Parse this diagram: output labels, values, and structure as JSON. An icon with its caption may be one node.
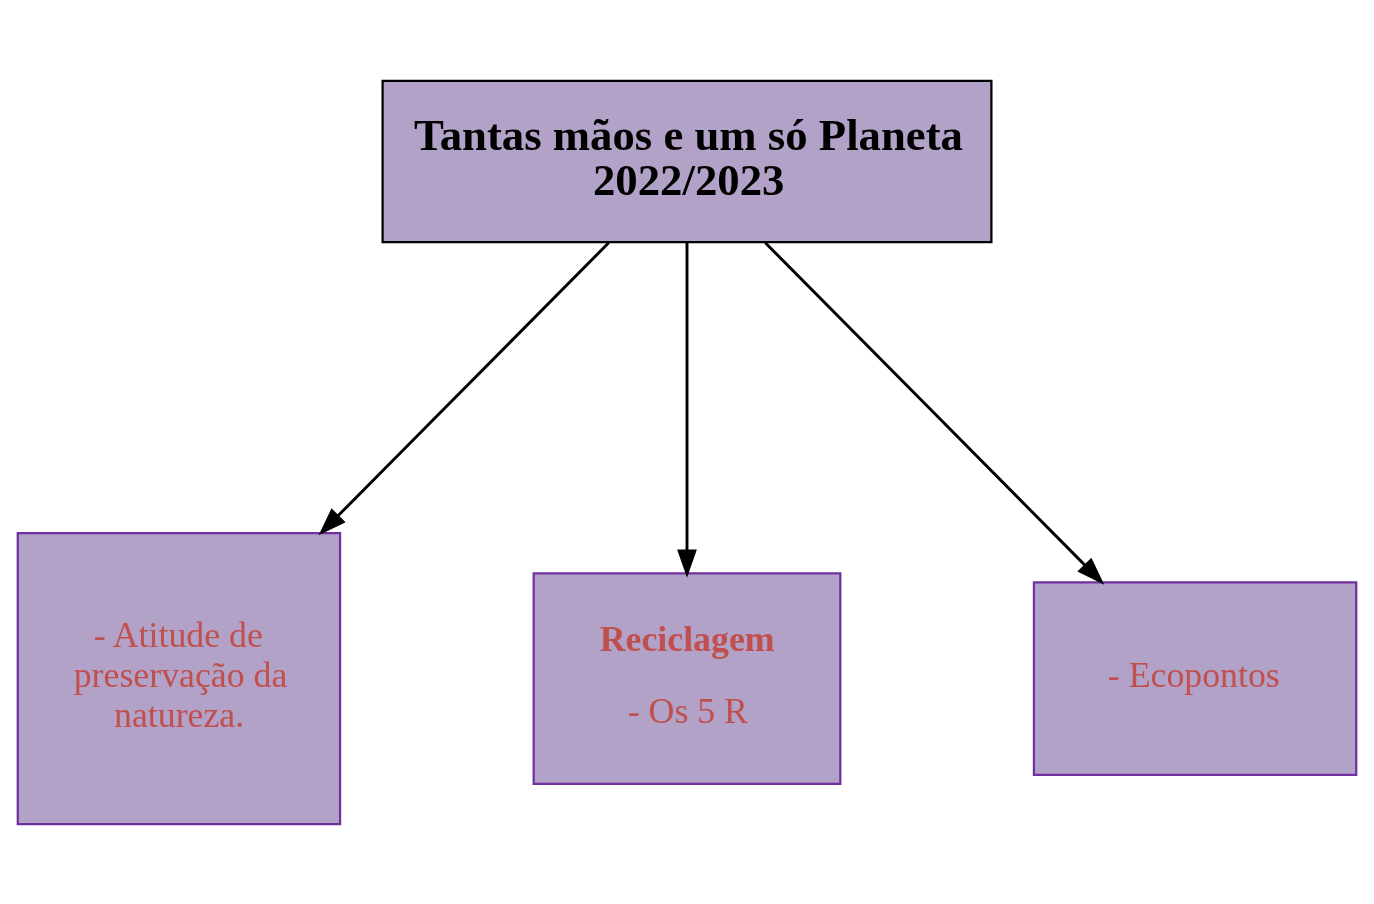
{
  "diagram": {
    "nodes": [
      {
        "text": [
          "Tantas mãos e um só Planeta 2022/2023"
        ]
      },
      {
        "text": [
          "- Atitude de preservação da natureza."
        ]
      },
      {
        "text": [
          "Reciclagem",
          "- Os 5 R"
        ]
      },
      {
        "text": [
          "- Ecopontos"
        ]
      }
    ],
    "edges": [
      {
        "from": 0,
        "to": 1,
        "arrow": "to"
      },
      {
        "from": 0,
        "to": 2,
        "arrow": "to"
      },
      {
        "from": 0,
        "to": 3,
        "arrow": "to"
      }
    ]
  }
}
